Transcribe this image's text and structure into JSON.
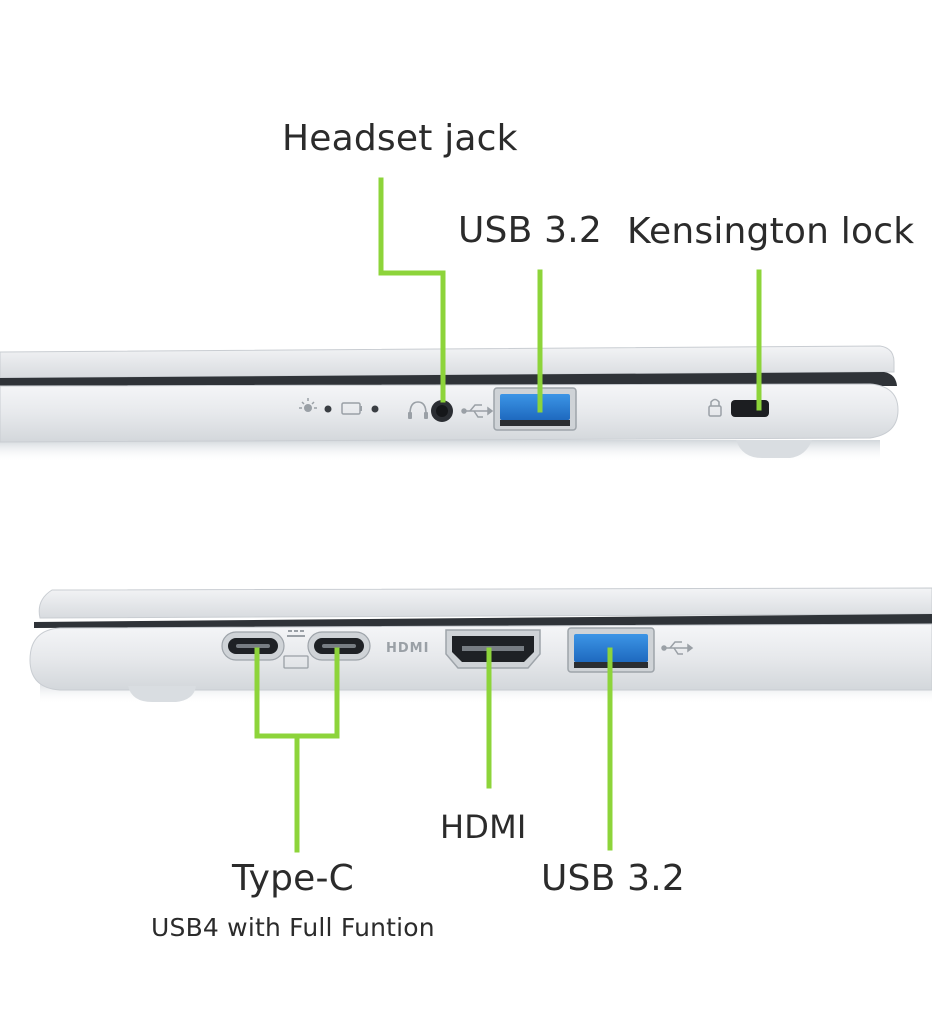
{
  "top_view": {
    "callouts": {
      "headset_jack": "Headset jack",
      "usb_32": "USB 3.2",
      "kensington_lock": "Kensington lock"
    }
  },
  "bottom_view": {
    "callouts": {
      "hdmi": "HDMI",
      "usb_32": "USB 3.2",
      "type_c": "Type-C",
      "type_c_subtitle": "USB4 with Full Funtion"
    },
    "port_markings": {
      "hdmi": "HDMI"
    }
  },
  "colors": {
    "callout_line": "#8dd43a",
    "usb_blue": "#2a7fd4",
    "laptop_body": "#e9ebee",
    "text": "#2b2b2b"
  }
}
